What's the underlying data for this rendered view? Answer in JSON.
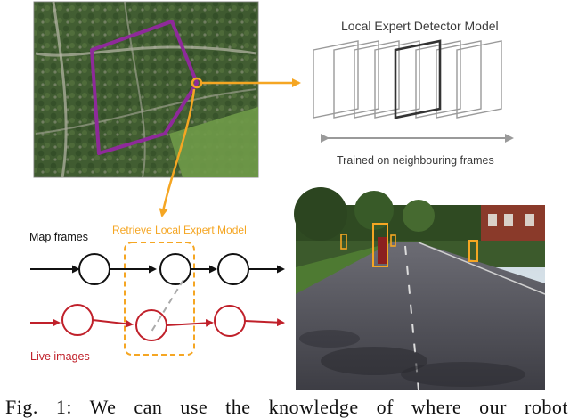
{
  "expert_model": {
    "title": "Local Expert Detector Model",
    "range_label": "Trained on neighbouring frames"
  },
  "pipeline": {
    "retrieve_label": "Retrieve Local Expert Model",
    "map_label": "Map frames",
    "live_label": "Live images"
  },
  "caption": "Fig. 1: We can use the knowledge of where our robot",
  "colors": {
    "route": "#8e2a9a",
    "arrow_orange": "#f5a623",
    "map_node": "#111111",
    "live_node": "#c0202a",
    "frame_gray": "#9a9a9a",
    "frame_active": "#333333",
    "detection_box": "#f5a623"
  }
}
